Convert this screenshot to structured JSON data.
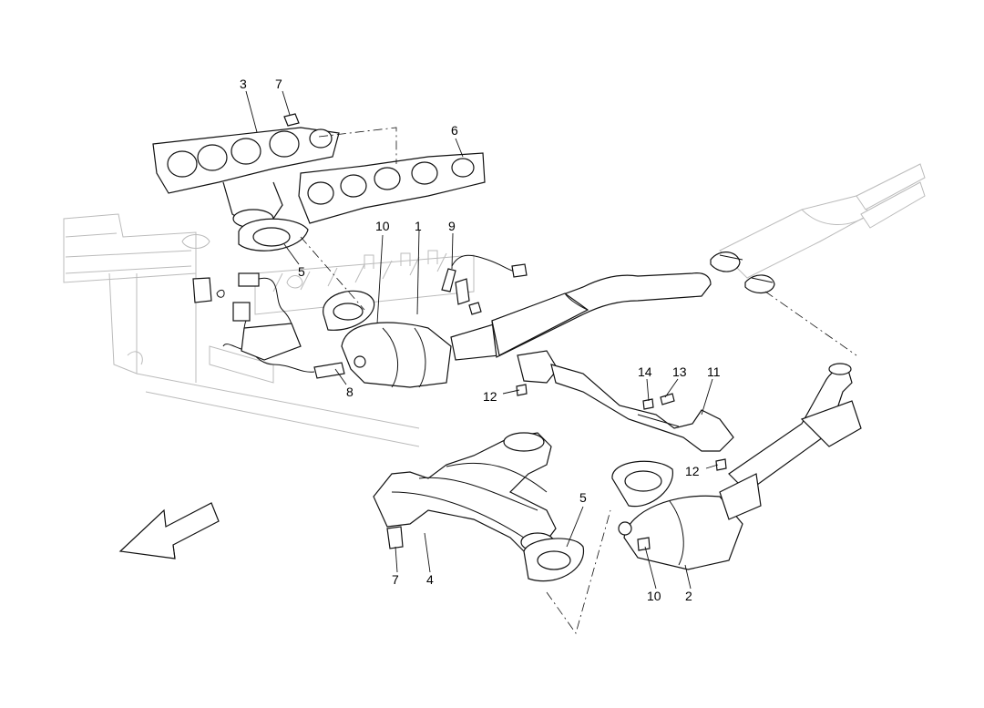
{
  "diagram": {
    "title": "",
    "callouts": {
      "c1": "1",
      "c2": "2",
      "c3": "3",
      "c4": "4",
      "c5_upper": "5",
      "c5_lower": "5",
      "c6": "6",
      "c7_upper": "7",
      "c7_lower": "7",
      "c8": "8",
      "c9": "9",
      "c10_upper": "10",
      "c10_lower": "10",
      "c11": "11",
      "c12_left": "12",
      "c12_right": "12",
      "c13": "13",
      "c14": "14"
    }
  }
}
